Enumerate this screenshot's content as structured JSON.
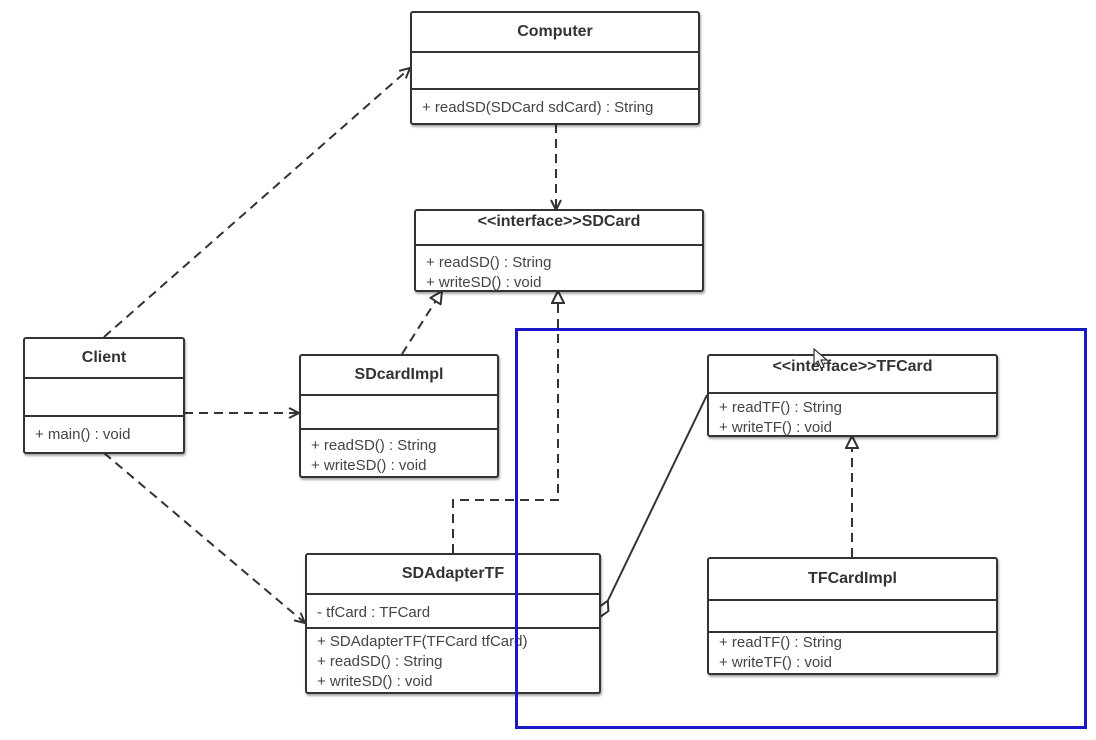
{
  "classes": {
    "computer": {
      "name": "Computer",
      "attributes": [],
      "operations": [
        "+ readSD(SDCard sdCard) : String"
      ]
    },
    "sdcard": {
      "name": "<<interface>>SDCard",
      "attributes": [],
      "operations": [
        "+ readSD() : String",
        "+ writeSD() : void"
      ]
    },
    "client": {
      "name": "Client",
      "attributes": [],
      "operations": [
        "+ main() : void"
      ]
    },
    "sdcardimpl": {
      "name": "SDcardImpl",
      "attributes": [],
      "operations": [
        "+ readSD() : String",
        "+ writeSD() : void"
      ]
    },
    "tfcard": {
      "name": "<<interface>>TFCard",
      "attributes": [],
      "operations": [
        "+ readTF() : String",
        "+ writeTF() : void"
      ]
    },
    "sdadaptertf": {
      "name": "SDAdapterTF",
      "attributes": [
        "- tfCard : TFCard"
      ],
      "operations": [
        "+ SDAdapterTF(TFCard tfCard)",
        "+ readSD() : String",
        "+ writeSD() : void"
      ]
    },
    "tfcardimpl": {
      "name": "TFCardImpl",
      "attributes": [],
      "operations": [
        "+ readTF() : String",
        "+ writeTF() : void"
      ]
    }
  },
  "relationships": [
    {
      "from": "Client",
      "to": "Computer",
      "kind": "dependency"
    },
    {
      "from": "Client",
      "to": "SDcardImpl",
      "kind": "dependency"
    },
    {
      "from": "Client",
      "to": "SDAdapterTF",
      "kind": "dependency"
    },
    {
      "from": "Computer",
      "to": "<<interface>>SDCard",
      "kind": "dependency"
    },
    {
      "from": "SDcardImpl",
      "to": "<<interface>>SDCard",
      "kind": "realization"
    },
    {
      "from": "SDAdapterTF",
      "to": "<<interface>>SDCard",
      "kind": "realization"
    },
    {
      "from": "SDAdapterTF",
      "to": "<<interface>>TFCard",
      "kind": "aggregation"
    },
    {
      "from": "TFCardImpl",
      "to": "<<interface>>TFCard",
      "kind": "realization"
    }
  ],
  "colors": {
    "line": "#333333",
    "box_border": "#333333",
    "text": "#444444",
    "selection_frame": "#1818c8"
  }
}
